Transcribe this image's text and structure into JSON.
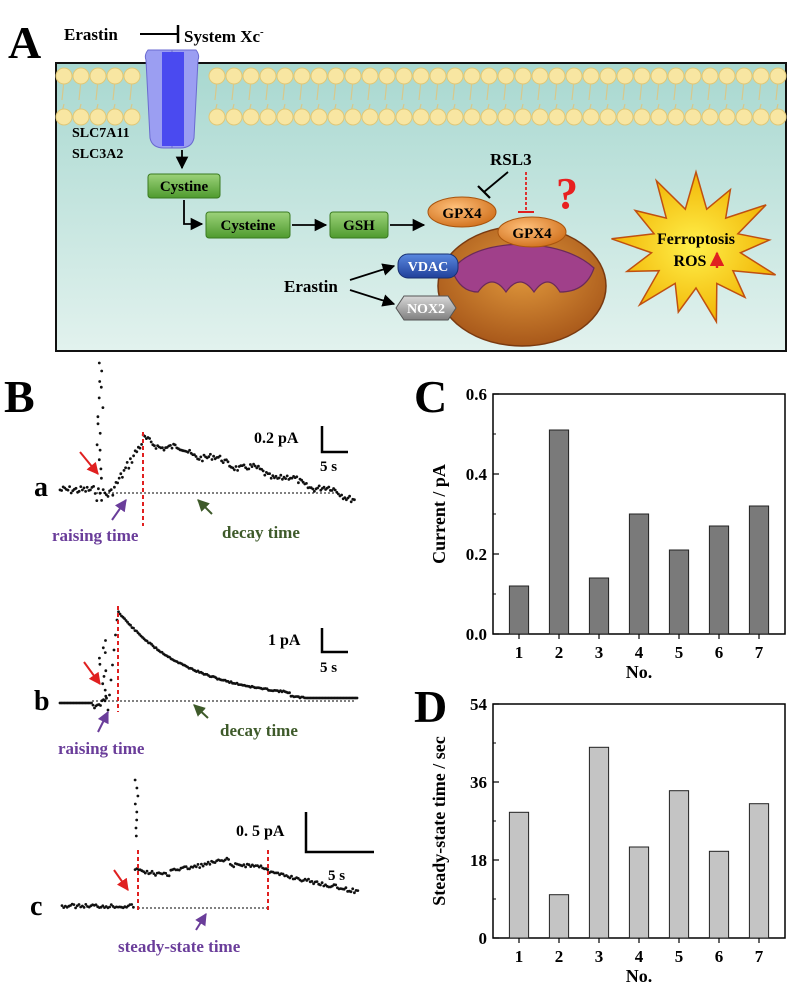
{
  "panel_labels": {
    "a": "A",
    "b": "B",
    "c": "C",
    "d": "D"
  },
  "panelA": {
    "erastin": "Erastin",
    "system_xc": "System Xc",
    "system_xc_sup": "-",
    "slc7a11": "SLC7A11",
    "slc3a2": "SLC3A2",
    "cystine": "Cystine",
    "cysteine": "Cysteine",
    "gsh": "GSH",
    "gpx4": "GPX4",
    "rsl3": "RSL3",
    "question": "?",
    "vdac": "VDAC",
    "nox2": "NOX2",
    "ferroptosis": "Ferroptosis",
    "ros": "ROS"
  },
  "panelB": {
    "trace_a": {
      "label": "a",
      "scale_y": "0.2 pA",
      "scale_x": "5 s",
      "raising": "raising time",
      "decay": "decay time"
    },
    "trace_b": {
      "label": "b",
      "scale_y": "1 pA",
      "scale_x": "5 s",
      "raising": "raising time",
      "decay": "decay time"
    },
    "trace_c": {
      "label": "c",
      "scale_y": "0. 5 pA",
      "scale_x": "5 s",
      "steady": "steady-state time"
    }
  },
  "colors": {
    "bar_c": "#7a7a7a",
    "bar_d": "#c4c4c4",
    "red_line": "#d62020",
    "purple": "#6a3d9a",
    "green": "#3e5a2a"
  },
  "chart_data": [
    {
      "type": "bar",
      "panel": "C",
      "categories": [
        "1",
        "2",
        "3",
        "4",
        "5",
        "6",
        "7"
      ],
      "values": [
        0.12,
        0.51,
        0.14,
        0.3,
        0.21,
        0.27,
        0.32
      ],
      "xlabel": "No.",
      "ylabel": "Current / pA",
      "ylim": [
        0,
        0.6
      ],
      "yticks": [
        "0.0",
        "0.2",
        "0.4",
        "0.6"
      ]
    },
    {
      "type": "bar",
      "panel": "D",
      "categories": [
        "1",
        "2",
        "3",
        "4",
        "5",
        "6",
        "7"
      ],
      "values": [
        29,
        10,
        44,
        21,
        34,
        20,
        31
      ],
      "xlabel": "No.",
      "ylabel": "Steady-state time / sec",
      "ylim": [
        0,
        54
      ],
      "yticks": [
        "0",
        "18",
        "36",
        "54"
      ]
    }
  ]
}
